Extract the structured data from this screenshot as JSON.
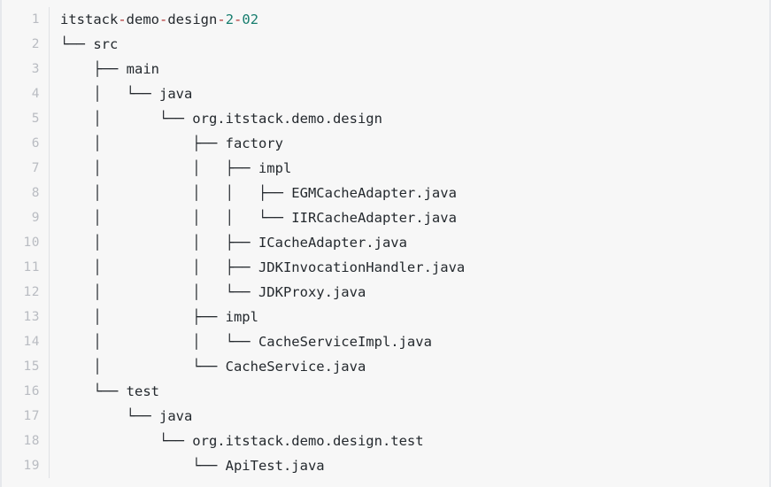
{
  "widget": {
    "kind": "code-block",
    "language": "plaintext",
    "background_color": "#f7f7f7",
    "border_color": "#e6e8ec",
    "text_color": "#24292e",
    "gutter_color": "#b9bcc2",
    "accent_punct_color": "#b03030",
    "accent_number_color": "#177d6e"
  },
  "gutter": {
    "line_numbers": [
      1,
      2,
      3,
      4,
      5,
      6,
      7,
      8,
      9,
      10,
      11,
      12,
      13,
      14,
      15,
      16,
      17,
      18,
      19
    ]
  },
  "code": {
    "lines": [
      {
        "n": 1,
        "text": "itstack-demo-design-2-02",
        "tokens": [
          {
            "t": "itstack",
            "c": "plain"
          },
          {
            "t": "-",
            "c": "punct"
          },
          {
            "t": "demo",
            "c": "plain"
          },
          {
            "t": "-",
            "c": "punct"
          },
          {
            "t": "design",
            "c": "plain"
          },
          {
            "t": "-",
            "c": "punct"
          },
          {
            "t": "2",
            "c": "num"
          },
          {
            "t": "-",
            "c": "punct"
          },
          {
            "t": "02",
            "c": "num"
          }
        ]
      },
      {
        "n": 2,
        "text": "└── src"
      },
      {
        "n": 3,
        "text": "    ├── main"
      },
      {
        "n": 4,
        "text": "    │   └── java"
      },
      {
        "n": 5,
        "text": "    │       └── org.itstack.demo.design"
      },
      {
        "n": 6,
        "text": "    │           ├── factory"
      },
      {
        "n": 7,
        "text": "    │           │   ├── impl"
      },
      {
        "n": 8,
        "text": "    │           │   │   ├── EGMCacheAdapter.java"
      },
      {
        "n": 9,
        "text": "    │           │   │   └── IIRCacheAdapter.java"
      },
      {
        "n": 10,
        "text": "    │           │   ├── ICacheAdapter.java"
      },
      {
        "n": 11,
        "text": "    │           │   ├── JDKInvocationHandler.java"
      },
      {
        "n": 12,
        "text": "    │           │   └── JDKProxy.java"
      },
      {
        "n": 13,
        "text": "    │           ├── impl"
      },
      {
        "n": 14,
        "text": "    │           │   └── CacheServiceImpl.java"
      },
      {
        "n": 15,
        "text": "    │           └── CacheService.java"
      },
      {
        "n": 16,
        "text": "    └── test"
      },
      {
        "n": 17,
        "text": "        └── java"
      },
      {
        "n": 18,
        "text": "            └── org.itstack.demo.design.test"
      },
      {
        "n": 19,
        "text": "                └── ApiTest.java"
      }
    ]
  },
  "tree": {
    "root": "itstack-demo-design-2-02",
    "nodes": [
      "src",
      "src/main",
      "src/main/java",
      "src/main/java/org.itstack.demo.design",
      "src/main/java/org.itstack.demo.design/factory",
      "src/main/java/org.itstack.demo.design/factory/impl",
      "src/main/java/org.itstack.demo.design/factory/impl/EGMCacheAdapter.java",
      "src/main/java/org.itstack.demo.design/factory/impl/IIRCacheAdapter.java",
      "src/main/java/org.itstack.demo.design/factory/ICacheAdapter.java",
      "src/main/java/org.itstack.demo.design/factory/JDKInvocationHandler.java",
      "src/main/java/org.itstack.demo.design/factory/JDKProxy.java",
      "src/main/java/org.itstack.demo.design/impl",
      "src/main/java/org.itstack.demo.design/impl/CacheServiceImpl.java",
      "src/main/java/org.itstack.demo.design/CacheService.java",
      "src/test",
      "src/test/java",
      "src/test/java/org.itstack.demo.design.test",
      "src/test/java/org.itstack.demo.design.test/ApiTest.java"
    ]
  }
}
